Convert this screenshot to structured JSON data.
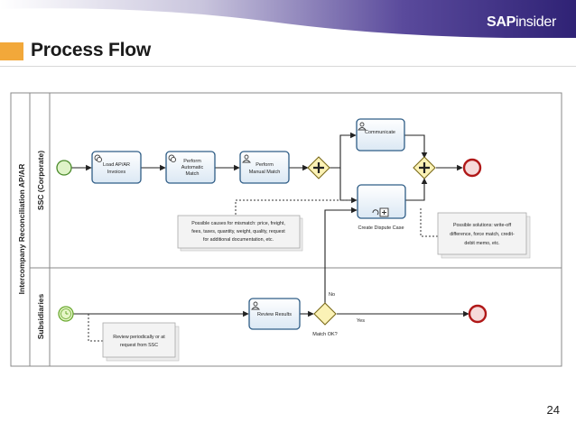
{
  "header": {
    "brand_bold": "SAP",
    "brand_light": "insider",
    "title": "Process Flow",
    "accent_color": "#f2a83a",
    "banner_color": "#3b2a82"
  },
  "diagram": {
    "pool_label": "Intercompany Reconciliation AP/AR",
    "lanes": [
      "SSC (Corporate)",
      "Subsidiaries"
    ],
    "tasks": {
      "load": [
        "Load AP/AR",
        "Invoices"
      ],
      "auto": [
        "Perform",
        "Automatic",
        "Match"
      ],
      "manual": [
        "Perform",
        "Manual Match"
      ],
      "communicate": "Communicate",
      "dispute": "Create Dispute Case",
      "review": "Review Results"
    },
    "gateway_label": "Match OK?",
    "flow_no": "No",
    "flow_yes": "Yes",
    "annotations": {
      "causes": [
        "Possible causes for mismatch: price, freight,",
        "fees, taxes, quantity, weight, quality, request",
        "for additional documentation, etc."
      ],
      "solutions": [
        "Possible solutions: write-off",
        "difference, force match, credit-",
        "debit memo, etc."
      ],
      "review_note": [
        "Review periodically or at",
        "request from SSC"
      ]
    }
  },
  "page_number": "24"
}
